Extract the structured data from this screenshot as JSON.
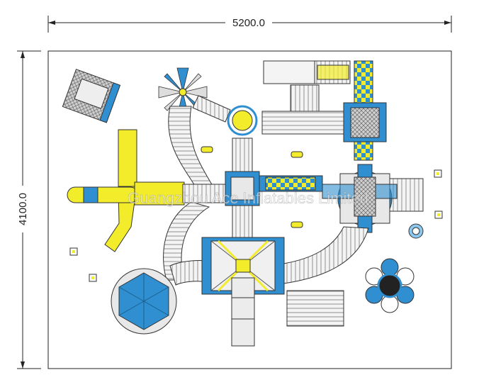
{
  "dimensions": {
    "width_label": "5200.0",
    "height_label": "4100.0"
  },
  "watermark": "Guangzhou Ace Inflatables Limited",
  "colors": {
    "blue": "#2f8fd0",
    "light_blue": "#8cc8ef",
    "yellow": "#f2ec2a",
    "gray": "#e6e6e6",
    "dark": "#444444",
    "outline": "#333333"
  },
  "icons": [
    "windmill-icon",
    "sun-ball-icon",
    "flower-splash-icon",
    "hexagon-dome-icon",
    "water-cannon-icon"
  ]
}
